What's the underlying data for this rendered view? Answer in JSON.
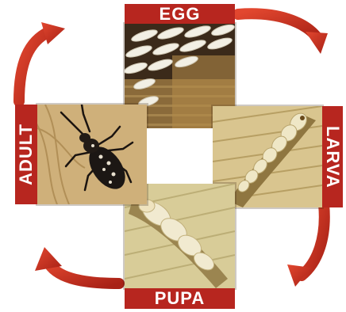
{
  "stages": {
    "egg": "EGG",
    "larva": "LARVA",
    "pupa": "PUPA",
    "adult": "ADULT"
  },
  "colors": {
    "arrow": "#c9301f",
    "label_bg": "#b7261f",
    "label_text": "#ffffff"
  }
}
